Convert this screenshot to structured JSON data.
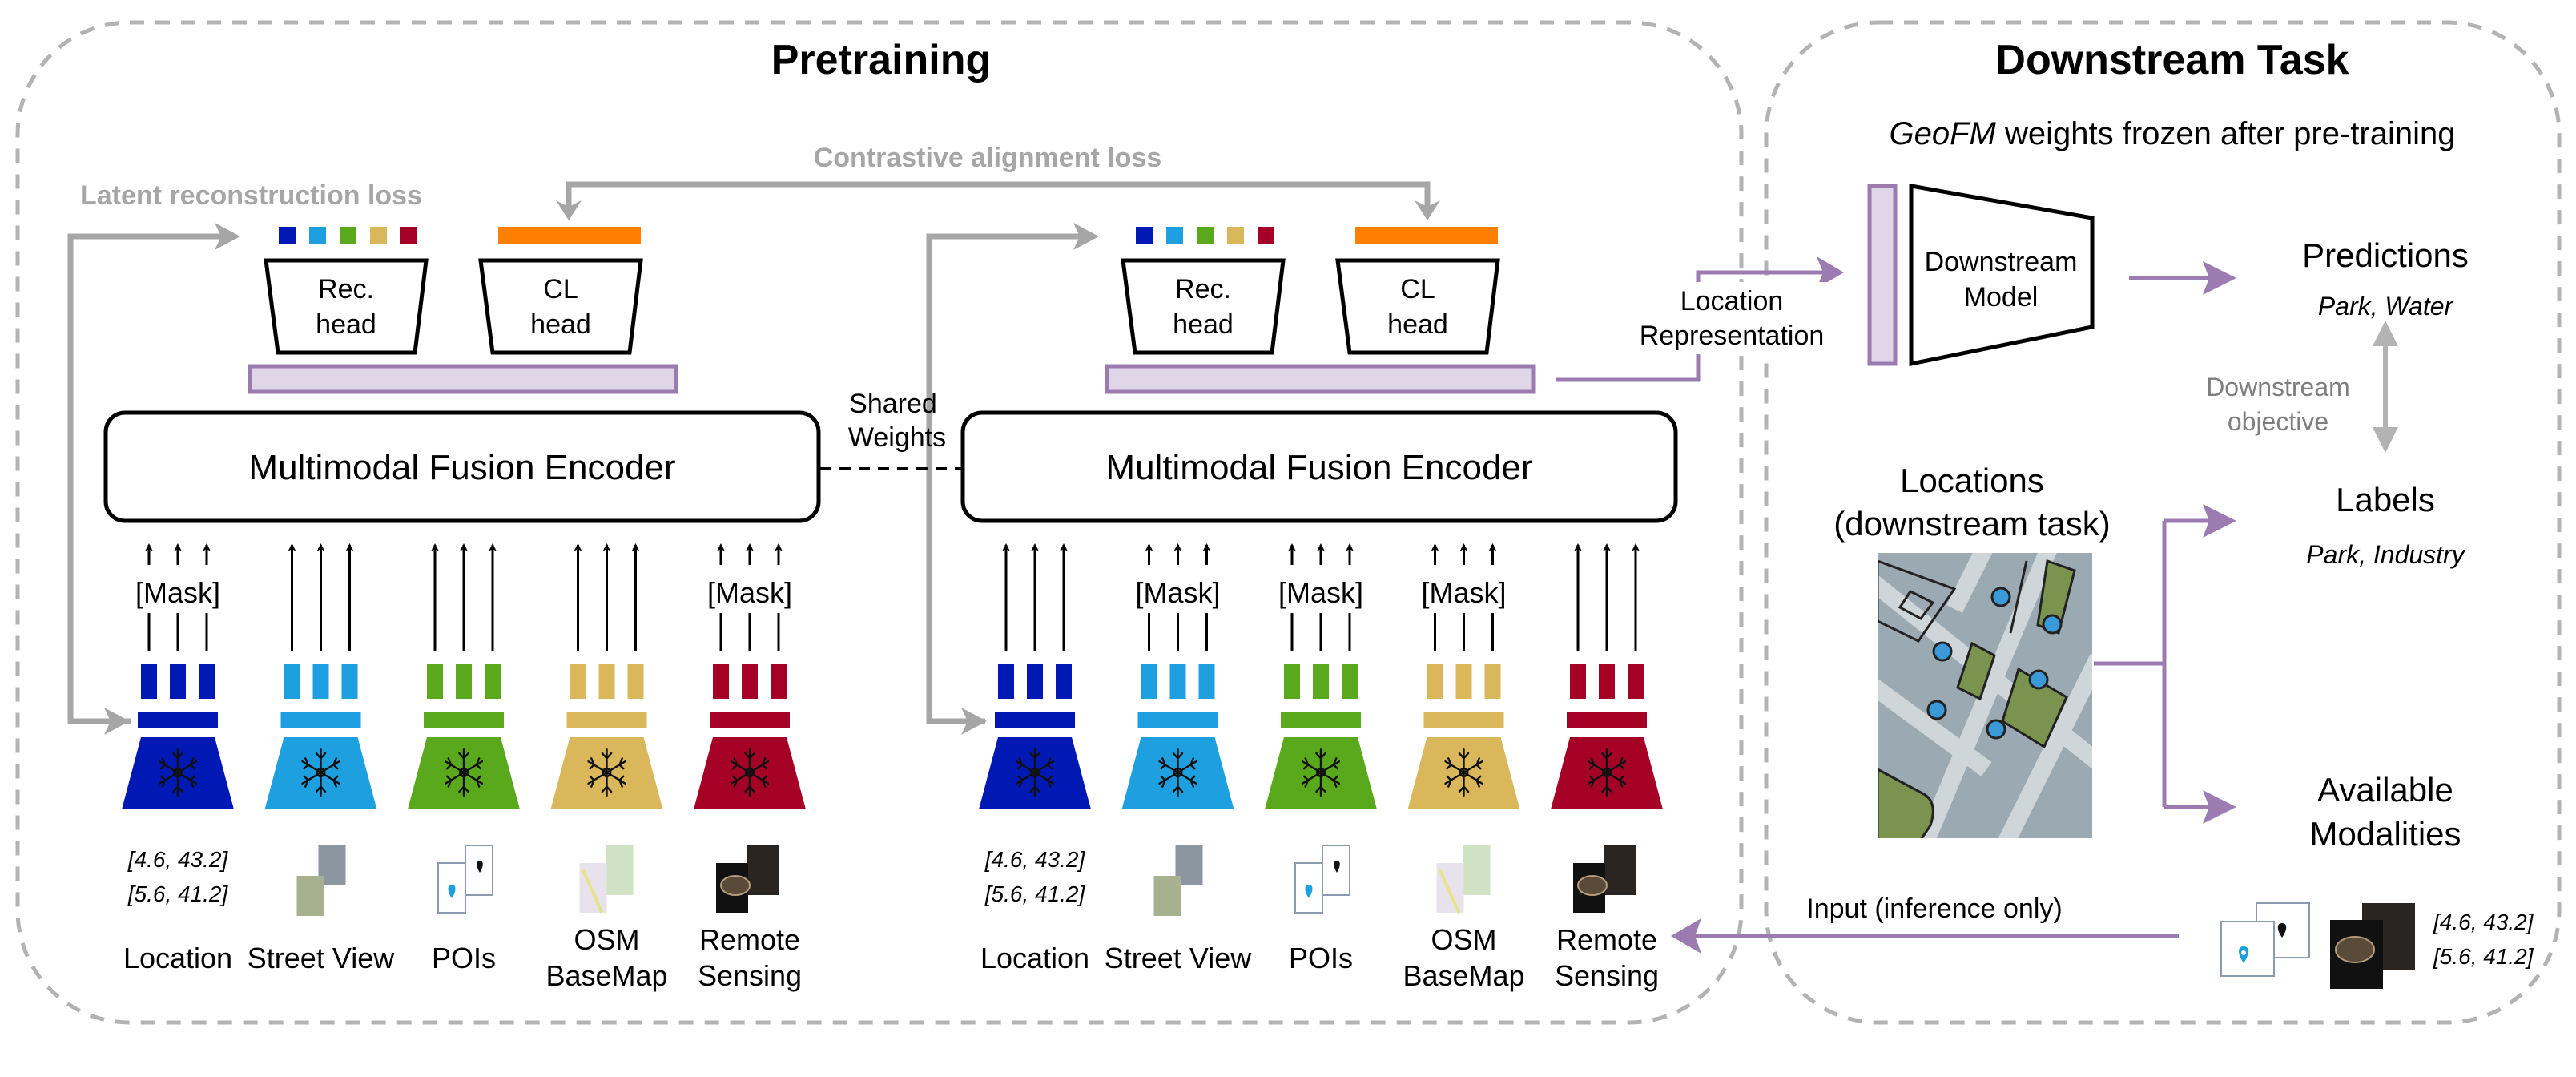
{
  "pretraining": {
    "title": "Pretraining",
    "latent_loss_label": "Latent reconstruction loss",
    "contrastive_loss_label": "Contrastive alignment loss",
    "shared_weights_line1": "Shared",
    "shared_weights_line2": "Weights",
    "encoder_label": "Multimodal Fusion Encoder",
    "rec_head_line1": "Rec.",
    "rec_head_line2": "head",
    "cl_head_line1": "CL",
    "cl_head_line2": "head",
    "mask_label": "[Mask]",
    "location_representation_line1": "Location",
    "location_representation_line2": "Representation",
    "coord_line1": "[4.6, 43.2]",
    "coord_line2": "[5.6, 41.2]",
    "modalities": [
      {
        "name": "location",
        "label_line1": "Location",
        "label_line2": "",
        "color": "#0019b4"
      },
      {
        "name": "street-view",
        "label_line1": "Street View",
        "label_line2": "",
        "color": "#1ea0e0"
      },
      {
        "name": "pois",
        "label_line1": "POIs",
        "label_line2": "",
        "color": "#5aa81c"
      },
      {
        "name": "osm-basemap",
        "label_line1": "OSM",
        "label_line2": "BaseMap",
        "color": "#d9b75a"
      },
      {
        "name": "remote-sensing",
        "label_line1": "Remote",
        "label_line2": "Sensing",
        "color": "#a50026"
      }
    ],
    "branch1_masked": [
      true,
      false,
      false,
      false,
      true
    ],
    "branch2_masked": [
      false,
      true,
      true,
      true,
      false
    ],
    "cl_color": "#ff8000",
    "latent_color": "#e0d6e8",
    "latent_border": "#9b7bb0"
  },
  "downstream": {
    "title": "Downstream Task",
    "frozen_note_italic": "GeoFM",
    "frozen_note_rest": " weights frozen after pre-training",
    "model_line1": "Downstream",
    "model_line2": "Model",
    "predictions_label": "Predictions",
    "predictions_values": "Park, Water",
    "objective_line1": "Downstream",
    "objective_line2": "objective",
    "locations_line1": "Locations",
    "locations_line2": "(downstream task)",
    "labels_label": "Labels",
    "labels_values": "Park, Industry",
    "available_line1": "Available",
    "available_line2": "Modalities",
    "input_label": "Input (inference only)",
    "coord_line1": "[4.6, 43.2]",
    "coord_line2": "[5.6, 41.2]",
    "arrow_color": "#9b7bb0"
  }
}
